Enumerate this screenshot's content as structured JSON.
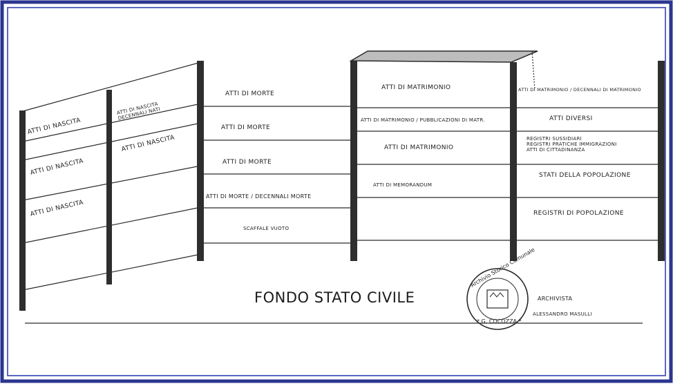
{
  "title": "FONDO STATO CIVILE",
  "stamp": {
    "top_text": "Archivio Storico Comunale",
    "bottom_text": "G. COCOZZA"
  },
  "signature": {
    "role": "ARCHIVISTA",
    "name": "ALESSANDRO MASULLI"
  },
  "shelves": {
    "unit1_col1": [
      "ATTI DI NASCITA",
      "ATTI DI NASCITA",
      "ATTI DI NASCITA"
    ],
    "unit1_col2": [
      "ATTI DI NASCITA DECENNALI NATI",
      "ATTI DI NASCITA"
    ],
    "unit2": [
      "ATTI DI MORTE",
      "ATTI DI MORTE",
      "ATTI DI MORTE",
      "ATTI DI MORTE / DECENNALI MORTE",
      "SCAFFALE VUOTO"
    ],
    "unit3_col1": [
      "ATTI DI MATRIMONIO",
      "ATTI DI MATRIMONIO / PUBBLICAZIONI DI MATR.",
      "ATTI DI MATRIMONIO",
      "ATTI DI MEMORANDUM"
    ],
    "unit3_col2": [
      "ATTI DI MATRIMONIO / DECENNALI DI MATRIMONIO",
      "ATTI DIVERSI",
      "REGISTRI SUSSIDIARI",
      "REGISTRI PRATICHE IMMIGRAZIONI",
      "ATTI DI CITTADINANZA",
      "STATI DELLA POPOLAZIONE",
      "REGISTRI DI POPOLAZIONE"
    ]
  }
}
